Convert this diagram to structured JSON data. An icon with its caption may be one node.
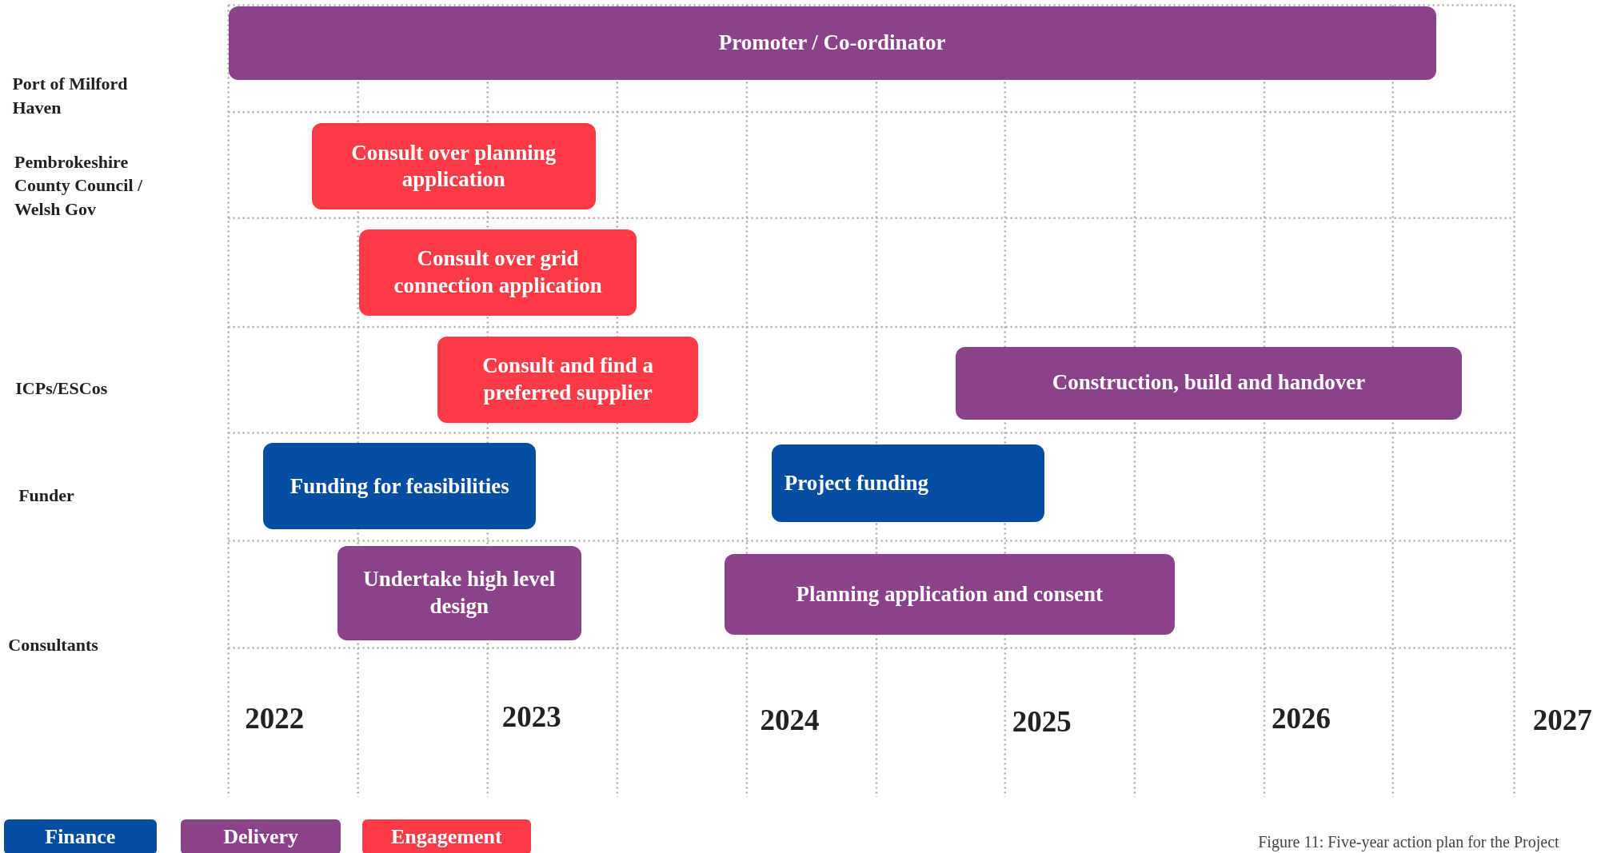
{
  "diagram": {
    "caption": "Figure 11: Five-year action plan for the Project",
    "nodes": [
      {
        "text": [
          "Promoter / Co-ordinator"
        ]
      },
      {
        "text": [
          "Consult over planning application"
        ]
      },
      {
        "text": [
          "Consult over grid connection application"
        ]
      },
      {
        "text": [
          "Consult and find a preferred supplier"
        ]
      },
      {
        "text": [
          "Construction, build and handover"
        ]
      },
      {
        "text": [
          "Funding for feasibilities"
        ]
      },
      {
        "text": [
          "Project funding"
        ]
      },
      {
        "text": [
          "Undertake high level design"
        ]
      },
      {
        "text": [
          "Planning application and consent"
        ]
      }
    ],
    "labels": [
      "Port of Milford Haven",
      "Pembrokeshire County Council / Welsh Gov",
      "ICPs/ESCos",
      "Funder",
      "Consultants",
      "2022",
      "2023",
      "2024",
      "2025",
      "2026",
      "2027"
    ],
    "legend": [
      {
        "text": "Finance",
        "color": "#054da1"
      },
      {
        "text": "Delivery",
        "color": "#8a4389"
      },
      {
        "text": "Engagement",
        "color": "#fc3b47"
      }
    ]
  }
}
